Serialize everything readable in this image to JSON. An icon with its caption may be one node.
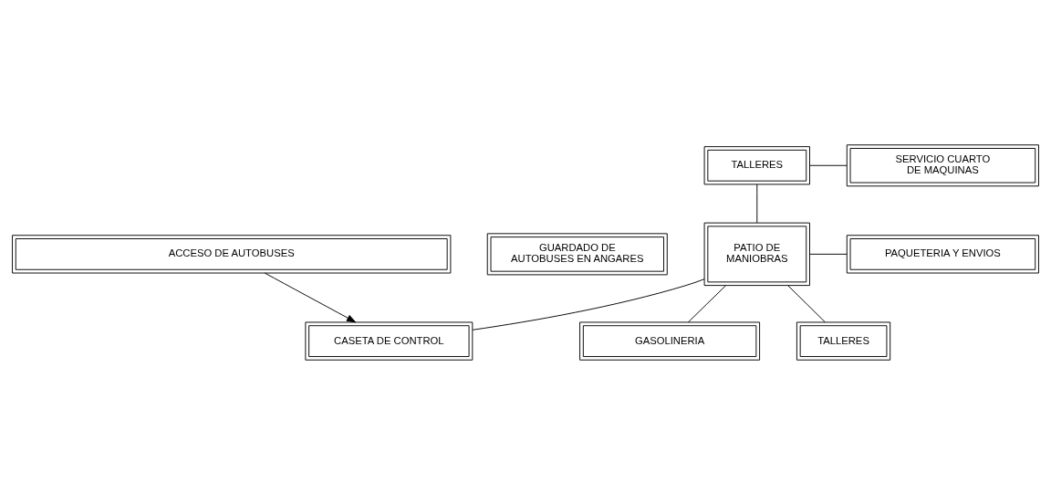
{
  "diagram": {
    "nodes": [
      {
        "text": [
          "TALLERES"
        ]
      },
      {
        "text": [
          "SERVICIO CUARTO DE MAQUINAS"
        ]
      },
      {
        "text": [
          "GUARDADO DE AUTOBUSES EN ANGARES"
        ]
      },
      {
        "text": [
          "PATIO DE MANIOBRAS"
        ]
      },
      {
        "text": [
          "PAQUETERIA Y ENVIOS"
        ]
      },
      {
        "text": [
          "GASOLINERIA"
        ]
      },
      {
        "text": [
          "TALLERES"
        ]
      },
      {
        "text": [
          "CASETA DE CONTROL"
        ]
      },
      {
        "text": [
          "ACCESO DE AUTOBUSES"
        ]
      }
    ],
    "edges": [
      {
        "from": 0,
        "to": 1,
        "arrow": "none"
      },
      {
        "from": 0,
        "to": 3,
        "arrow": "none"
      },
      {
        "from": 3,
        "to": 4,
        "arrow": "none"
      },
      {
        "from": 3,
        "to": 6,
        "arrow": "none"
      },
      {
        "from": 5,
        "to": 3,
        "arrow": "none"
      },
      {
        "from": 3,
        "to": 7,
        "arrow": "none"
      },
      {
        "from": 8,
        "to": 7,
        "arrow": "to"
      }
    ]
  }
}
